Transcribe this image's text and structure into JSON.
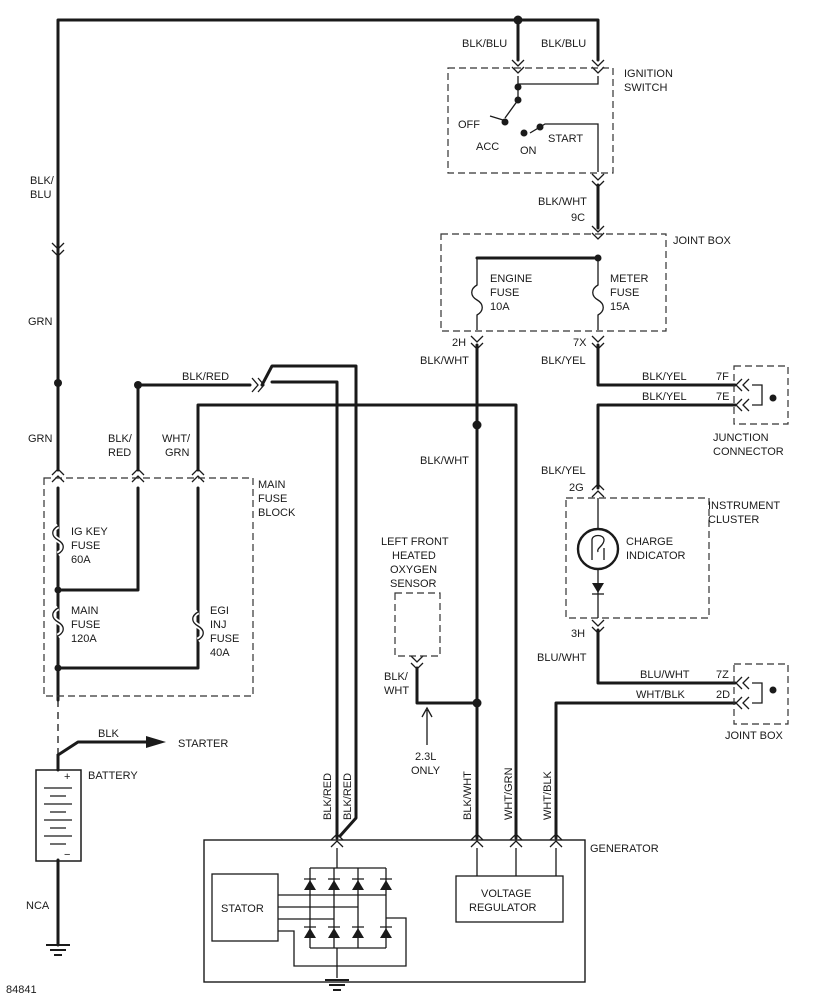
{
  "figure_id": "84841",
  "wires": {
    "blk_blu_a": "BLK/BLU",
    "blk_blu_b": "BLK/BLU",
    "blk_blu_left_1": "BLK/",
    "blk_blu_left_2": "BLU",
    "grn_upper": "GRN",
    "grn_lower": "GRN",
    "blk_wht_top": "BLK/WHT",
    "blk_wht_2h": "BLK/WHT",
    "blk_yel_7x": "BLK/YEL",
    "blk_red_top": "BLK/RED",
    "blk_red_left_1": "BLK/",
    "blk_red_left_2": "RED",
    "wht_grn_left_1": "WHT/",
    "wht_grn_left_2": "GRN",
    "blk_wht_mid": "BLK/WHT",
    "blk_yel_7f": "BLK/YEL",
    "blk_yel_7e": "BLK/YEL",
    "blk_yel_2g": "BLK/YEL",
    "blu_wht_3h": "BLU/WHT",
    "blu_wht_7z": "BLU/WHT",
    "wht_blk_2d": "WHT/BLK",
    "blk_wht_sensor_1": "BLK/",
    "blk_wht_sensor_2": "WHT",
    "blk": "BLK",
    "nca": "NCA",
    "v_blk_red_1": "BLK/RED",
    "v_blk_red_2": "BLK/RED",
    "v_blk_wht": "BLK/WHT",
    "v_wht_grn": "WHT/GRN",
    "v_wht_blk": "WHT/BLK"
  },
  "pins": {
    "p9c": "9C",
    "p2h": "2H",
    "p7x": "7X",
    "p7f": "7F",
    "p7e": "7E",
    "p2g": "2G",
    "p3h": "3H",
    "p7z": "7Z",
    "p2d": "2D"
  },
  "components": {
    "ignition_switch": [
      "IGNITION",
      "SWITCH"
    ],
    "switch_off": "OFF",
    "switch_acc": "ACC",
    "switch_on": "ON",
    "switch_start": "START",
    "joint_box_top": "JOINT BOX",
    "engine_fuse": [
      "ENGINE",
      "FUSE",
      "10A"
    ],
    "meter_fuse": [
      "METER",
      "FUSE",
      "15A"
    ],
    "junction_connector": [
      "JUNCTION",
      "CONNECTOR"
    ],
    "instrument_cluster": [
      "INSTRUMENT",
      "CLUSTER"
    ],
    "charge_indicator": [
      "CHARGE",
      "INDICATOR"
    ],
    "joint_box_bottom": "JOINT BOX",
    "main_fuse_block": [
      "MAIN",
      "FUSE",
      "BLOCK"
    ],
    "ig_key_fuse": [
      "IG KEY",
      "FUSE",
      "60A"
    ],
    "main_fuse": [
      "MAIN",
      "FUSE",
      "120A"
    ],
    "egi_inj_fuse": [
      "EGI",
      "INJ",
      "FUSE",
      "40A"
    ],
    "oxygen_sensor": [
      "LEFT FRONT",
      "HEATED",
      "OXYGEN",
      "SENSOR"
    ],
    "sensor_note": [
      "2.3L",
      "ONLY"
    ],
    "battery": "BATTERY",
    "battery_plus": "+",
    "battery_minus": "−",
    "starter": "STARTER",
    "generator": "GENERATOR",
    "stator": "STATOR",
    "voltage_regulator": [
      "VOLTAGE",
      "REGULATOR"
    ]
  }
}
